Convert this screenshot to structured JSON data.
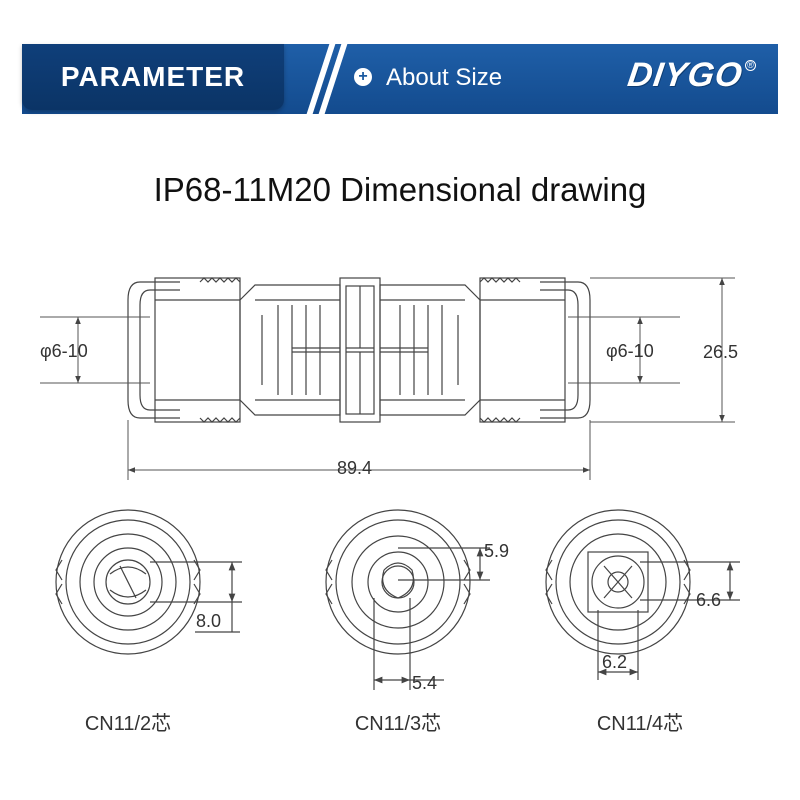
{
  "header": {
    "tab_title": "PARAMETER",
    "section_label": "About Size",
    "section_icon": "plus-circle-icon",
    "brand": "DIYGO",
    "brand_mark": "®",
    "colors": {
      "banner": "#1b5aa0",
      "tab": "#0f3f7a"
    }
  },
  "title": "IP68-11M20 Dimensional drawing",
  "side_view": {
    "left_diameter": "φ6-10",
    "right_diameter": "φ6-10",
    "height": "26.5",
    "length": "89.4"
  },
  "end_views": [
    {
      "dim_a": "8.0",
      "dim_b": "",
      "caption": "CN11/2芯"
    },
    {
      "dim_a": "5.9",
      "dim_b": "5.4",
      "caption": "CN11/3芯"
    },
    {
      "dim_a": "6.6",
      "dim_b": "6.2",
      "caption": "CN11/4芯"
    }
  ]
}
